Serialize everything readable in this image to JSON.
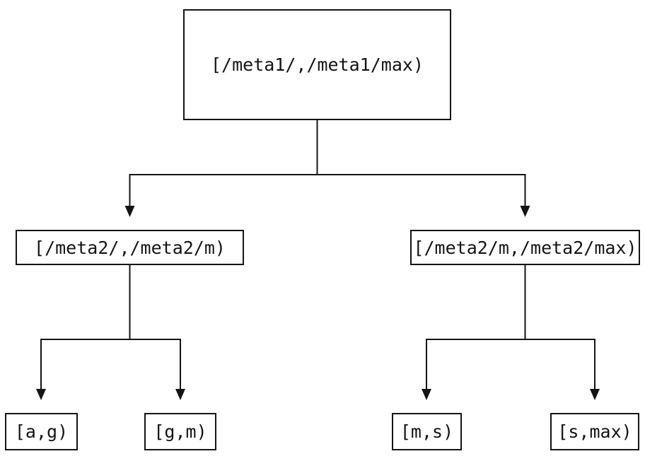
{
  "diagram_type": "binary-tree",
  "colors": {
    "line": "#141414",
    "background": "#ffffff",
    "text": "#141414"
  },
  "nodes": {
    "root": {
      "label": "[/meta1/,/meta1/max)"
    },
    "level2_left": {
      "label": "[/meta2/,/meta2/m)"
    },
    "level2_right": {
      "label": "[/meta2/m,/meta2/max)"
    },
    "leaf_a_g": {
      "label": "[a,g)"
    },
    "leaf_g_m": {
      "label": "[g,m)"
    },
    "leaf_m_s": {
      "label": "[m,s)"
    },
    "leaf_s_max": {
      "label": "[s,max)"
    }
  },
  "edges": [
    {
      "from": "root",
      "to": "level2_left"
    },
    {
      "from": "root",
      "to": "level2_right"
    },
    {
      "from": "level2_left",
      "to": "leaf_a_g"
    },
    {
      "from": "level2_left",
      "to": "leaf_g_m"
    },
    {
      "from": "level2_right",
      "to": "leaf_m_s"
    },
    {
      "from": "level2_right",
      "to": "leaf_s_max"
    }
  ]
}
